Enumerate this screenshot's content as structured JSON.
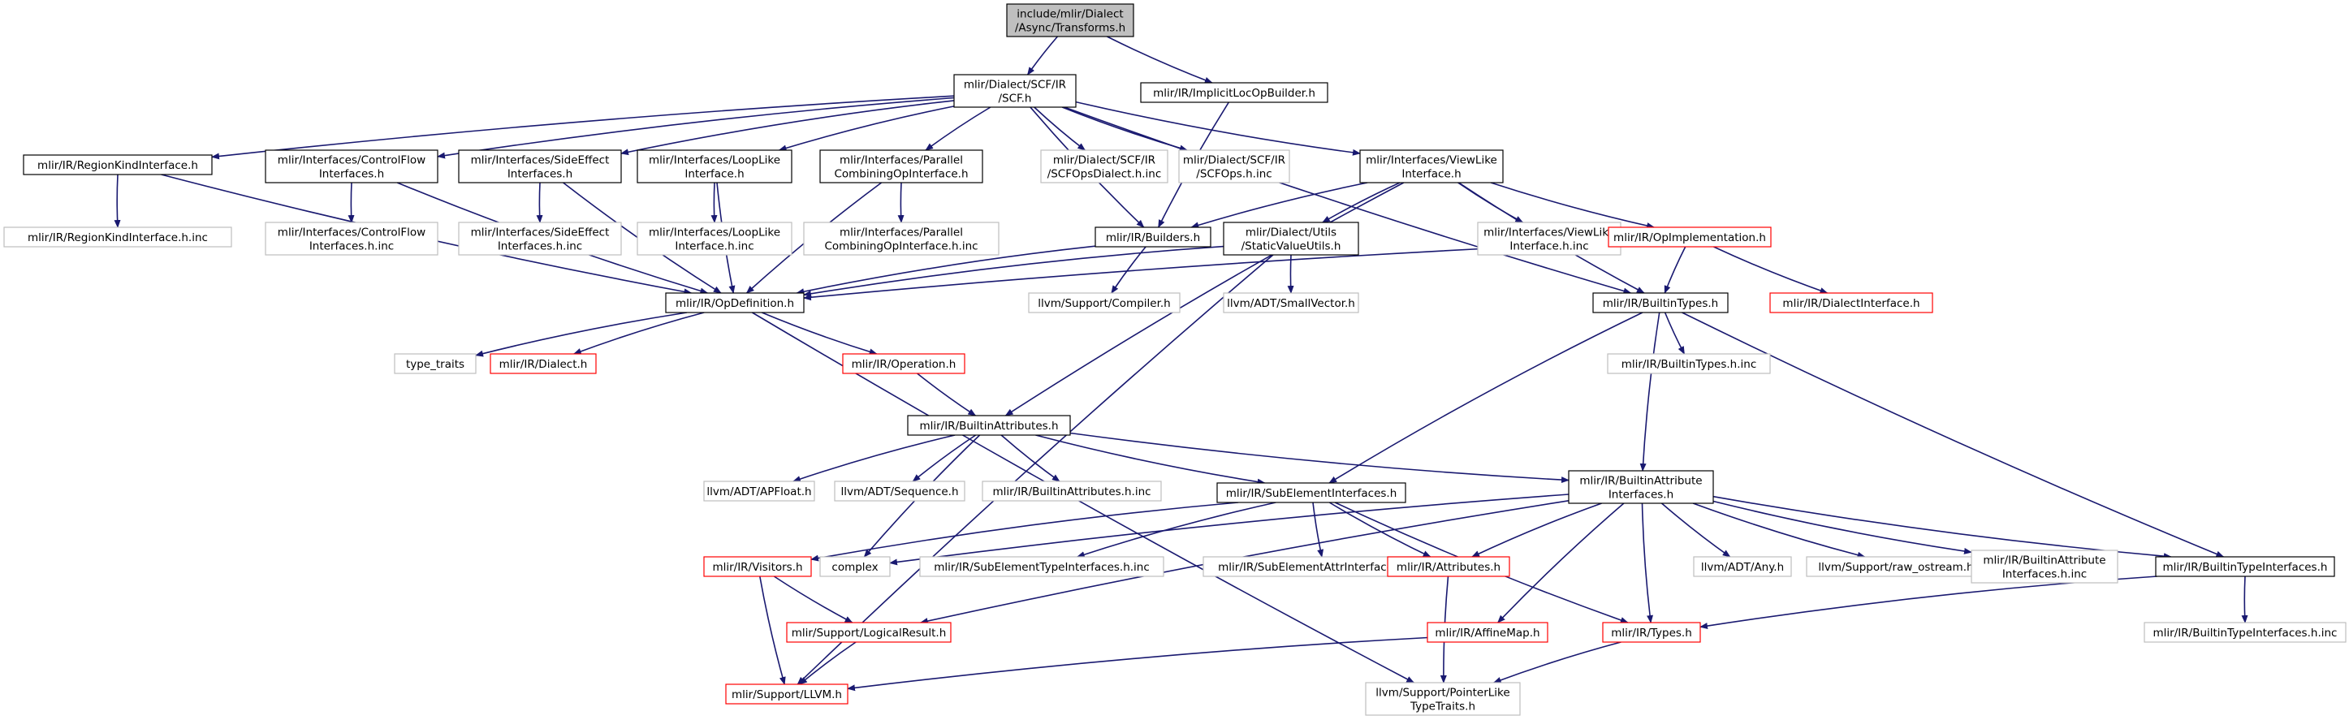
{
  "root": "include/mlir/Dialect/Async/Transforms.h",
  "colors": {
    "root_fill": "#bfbfbf",
    "documented_border": "#000000",
    "truncated_border": "#ff0000",
    "external_border": "#bfbfbf",
    "external_text": "#555555",
    "edge_main": "#191970",
    "edge_alt": "#2f2f4f"
  },
  "nodes": [
    {
      "id": "root",
      "lines": [
        "include/mlir/Dialect",
        "/Async/Transforms.h"
      ],
      "style": "root"
    },
    {
      "id": "scf",
      "lines": [
        "mlir/Dialect/SCF/IR",
        "/SCF.h"
      ],
      "style": "documented"
    },
    {
      "id": "implicit",
      "lines": [
        "mlir/IR/ImplicitLocOpBuilder.h"
      ],
      "style": "documented"
    },
    {
      "id": "regionkind",
      "lines": [
        "mlir/IR/RegionKindInterface.h"
      ],
      "style": "documented"
    },
    {
      "id": "controlflow",
      "lines": [
        "mlir/Interfaces/ControlFlow",
        "Interfaces.h"
      ],
      "style": "documented"
    },
    {
      "id": "sideeffect",
      "lines": [
        "mlir/Interfaces/SideEffect",
        "Interfaces.h"
      ],
      "style": "documented"
    },
    {
      "id": "looplike",
      "lines": [
        "mlir/Interfaces/LoopLike",
        "Interface.h"
      ],
      "style": "documented"
    },
    {
      "id": "parallel",
      "lines": [
        "mlir/Interfaces/Parallel",
        "CombiningOpInterface.h"
      ],
      "style": "documented"
    },
    {
      "id": "scfopsdialect",
      "lines": [
        "mlir/Dialect/SCF/IR",
        "/SCFOpsDialect.h.inc"
      ],
      "style": "external"
    },
    {
      "id": "scfops",
      "lines": [
        "mlir/Dialect/SCF/IR",
        "/SCFOps.h.inc"
      ],
      "style": "external"
    },
    {
      "id": "viewlike",
      "lines": [
        "mlir/Interfaces/ViewLike",
        "Interface.h"
      ],
      "style": "documented"
    },
    {
      "id": "regionkindinc",
      "lines": [
        "mlir/IR/RegionKindInterface.h.inc"
      ],
      "style": "external"
    },
    {
      "id": "controlflowinc",
      "lines": [
        "mlir/Interfaces/ControlFlow",
        "Interfaces.h.inc"
      ],
      "style": "external"
    },
    {
      "id": "sideeffectinc",
      "lines": [
        "mlir/Interfaces/SideEffect",
        "Interfaces.h.inc"
      ],
      "style": "external"
    },
    {
      "id": "looplikeinc",
      "lines": [
        "mlir/Interfaces/LoopLike",
        "Interface.h.inc"
      ],
      "style": "external"
    },
    {
      "id": "parallelinc",
      "lines": [
        "mlir/Interfaces/Parallel",
        "CombiningOpInterface.h.inc"
      ],
      "style": "external"
    },
    {
      "id": "builders",
      "lines": [
        "mlir/IR/Builders.h"
      ],
      "style": "documented"
    },
    {
      "id": "staticvalue",
      "lines": [
        "mlir/Dialect/Utils",
        "/StaticValueUtils.h"
      ],
      "style": "documented"
    },
    {
      "id": "viewlikeinc",
      "lines": [
        "mlir/Interfaces/ViewLike",
        "Interface.h.inc"
      ],
      "style": "external"
    },
    {
      "id": "opimpl",
      "lines": [
        "mlir/IR/OpImplementation.h"
      ],
      "style": "truncated"
    },
    {
      "id": "opdef",
      "lines": [
        "mlir/IR/OpDefinition.h"
      ],
      "style": "documented"
    },
    {
      "id": "compiler",
      "lines": [
        "llvm/Support/Compiler.h"
      ],
      "style": "external"
    },
    {
      "id": "smallvector",
      "lines": [
        "llvm/ADT/SmallVector.h"
      ],
      "style": "external"
    },
    {
      "id": "builtintypes",
      "lines": [
        "mlir/IR/BuiltinTypes.h"
      ],
      "style": "documented"
    },
    {
      "id": "dialectiface",
      "lines": [
        "mlir/IR/DialectInterface.h"
      ],
      "style": "truncated"
    },
    {
      "id": "typetraits",
      "lines": [
        "type_traits"
      ],
      "style": "external"
    },
    {
      "id": "dialect",
      "lines": [
        "mlir/IR/Dialect.h"
      ],
      "style": "truncated"
    },
    {
      "id": "operation",
      "lines": [
        "mlir/IR/Operation.h"
      ],
      "style": "truncated"
    },
    {
      "id": "builtintypesinc",
      "lines": [
        "mlir/IR/BuiltinTypes.h.inc"
      ],
      "style": "external"
    },
    {
      "id": "builtinattrs",
      "lines": [
        "mlir/IR/BuiltinAttributes.h"
      ],
      "style": "documented"
    },
    {
      "id": "apfloat",
      "lines": [
        "llvm/ADT/APFloat.h"
      ],
      "style": "external"
    },
    {
      "id": "sequence",
      "lines": [
        "llvm/ADT/Sequence.h"
      ],
      "style": "external"
    },
    {
      "id": "builtinattrsinc",
      "lines": [
        "mlir/IR/BuiltinAttributes.h.inc"
      ],
      "style": "external"
    },
    {
      "id": "subelement",
      "lines": [
        "mlir/IR/SubElementInterfaces.h"
      ],
      "style": "documented"
    },
    {
      "id": "builtinattriface",
      "lines": [
        "mlir/IR/BuiltinAttribute",
        "Interfaces.h"
      ],
      "style": "documented"
    },
    {
      "id": "visitors",
      "lines": [
        "mlir/IR/Visitors.h"
      ],
      "style": "truncated"
    },
    {
      "id": "complex",
      "lines": [
        "complex"
      ],
      "style": "external"
    },
    {
      "id": "subelemtypeinc",
      "lines": [
        "mlir/IR/SubElementTypeInterfaces.h.inc"
      ],
      "style": "external"
    },
    {
      "id": "subelemattrinc",
      "lines": [
        "mlir/IR/SubElementAttrInterfaces.h.inc"
      ],
      "style": "external"
    },
    {
      "id": "attributes",
      "lines": [
        "mlir/IR/Attributes.h"
      ],
      "style": "truncated"
    },
    {
      "id": "any",
      "lines": [
        "llvm/ADT/Any.h"
      ],
      "style": "external"
    },
    {
      "id": "rawostream",
      "lines": [
        "llvm/Support/raw_ostream.h"
      ],
      "style": "external"
    },
    {
      "id": "builtinattrifaceinc",
      "lines": [
        "mlir/IR/BuiltinAttribute",
        "Interfaces.h.inc"
      ],
      "style": "external"
    },
    {
      "id": "builtintypeiface",
      "lines": [
        "mlir/IR/BuiltinTypeInterfaces.h"
      ],
      "style": "documented"
    },
    {
      "id": "logicalresult",
      "lines": [
        "mlir/Support/LogicalResult.h"
      ],
      "style": "truncated"
    },
    {
      "id": "affinemap",
      "lines": [
        "mlir/IR/AffineMap.h"
      ],
      "style": "truncated"
    },
    {
      "id": "types",
      "lines": [
        "mlir/IR/Types.h"
      ],
      "style": "truncated"
    },
    {
      "id": "builtintypeifaceinc",
      "lines": [
        "mlir/IR/BuiltinTypeInterfaces.h.inc"
      ],
      "style": "external"
    },
    {
      "id": "llvm",
      "lines": [
        "mlir/Support/LLVM.h"
      ],
      "style": "truncated"
    },
    {
      "id": "pointerlike",
      "lines": [
        "llvm/Support/PointerLike",
        "TypeTraits.h"
      ],
      "style": "external"
    }
  ],
  "edges": [
    [
      "root",
      "scf"
    ],
    [
      "root",
      "implicit"
    ],
    [
      "scf",
      "regionkind"
    ],
    [
      "scf",
      "controlflow"
    ],
    [
      "scf",
      "sideeffect"
    ],
    [
      "scf",
      "looplike"
    ],
    [
      "scf",
      "parallel"
    ],
    [
      "scf",
      "scfopsdialect"
    ],
    [
      "scf",
      "scfops"
    ],
    [
      "scf",
      "viewlike"
    ],
    [
      "scf",
      "builders"
    ],
    [
      "scf",
      "builtintypes"
    ],
    [
      "implicit",
      "builders"
    ],
    [
      "regionkind",
      "regionkindinc"
    ],
    [
      "regionkind",
      "opdef"
    ],
    [
      "controlflow",
      "controlflowinc"
    ],
    [
      "controlflow",
      "opdef"
    ],
    [
      "sideeffect",
      "sideeffectinc"
    ],
    [
      "sideeffect",
      "opdef"
    ],
    [
      "looplike",
      "looplikeinc"
    ],
    [
      "looplike",
      "opdef"
    ],
    [
      "parallel",
      "parallelinc"
    ],
    [
      "parallel",
      "opdef"
    ],
    [
      "viewlike",
      "builders"
    ],
    [
      "viewlike",
      "staticvalue"
    ],
    [
      "viewlike",
      "viewlikeinc"
    ],
    [
      "viewlike",
      "opimpl"
    ],
    [
      "viewlike",
      "builtintypes"
    ],
    [
      "viewlike",
      "builtinattrs"
    ],
    [
      "builders",
      "opdef"
    ],
    [
      "builders",
      "compiler"
    ],
    [
      "staticvalue",
      "opdef"
    ],
    [
      "staticvalue",
      "smallvector"
    ],
    [
      "staticvalue",
      "llvm"
    ],
    [
      "opimpl",
      "opdef"
    ],
    [
      "opimpl",
      "builtintypes"
    ],
    [
      "opimpl",
      "dialectiface"
    ],
    [
      "opdef",
      "typetraits"
    ],
    [
      "opdef",
      "dialect"
    ],
    [
      "opdef",
      "operation"
    ],
    [
      "opdef",
      "pointerlike"
    ],
    [
      "operation",
      "builtinattrs"
    ],
    [
      "builtintypes",
      "builtintypesinc"
    ],
    [
      "builtintypes",
      "subelement"
    ],
    [
      "builtintypes",
      "builtinattriface"
    ],
    [
      "builtintypes",
      "builtintypeiface"
    ],
    [
      "builtinattrs",
      "apfloat"
    ],
    [
      "builtinattrs",
      "sequence"
    ],
    [
      "builtinattrs",
      "builtinattrsinc"
    ],
    [
      "builtinattrs",
      "subelement"
    ],
    [
      "builtinattrs",
      "builtinattriface"
    ],
    [
      "builtinattrs",
      "complex"
    ],
    [
      "subelement",
      "visitors"
    ],
    [
      "subelement",
      "subelemtypeinc"
    ],
    [
      "subelement",
      "subelemattrinc"
    ],
    [
      "subelement",
      "attributes"
    ],
    [
      "subelement",
      "types"
    ],
    [
      "builtinattriface",
      "complex"
    ],
    [
      "builtinattriface",
      "attributes"
    ],
    [
      "builtinattriface",
      "any"
    ],
    [
      "builtinattriface",
      "rawostream"
    ],
    [
      "builtinattriface",
      "builtinattrifaceinc"
    ],
    [
      "builtinattriface",
      "builtintypeiface"
    ],
    [
      "builtinattriface",
      "logicalresult"
    ],
    [
      "builtinattriface",
      "affinemap"
    ],
    [
      "builtinattriface",
      "types"
    ],
    [
      "builtintypeiface",
      "types"
    ],
    [
      "builtintypeiface",
      "builtintypeifaceinc"
    ],
    [
      "visitors",
      "logicalresult"
    ],
    [
      "visitors",
      "llvm"
    ],
    [
      "logicalresult",
      "llvm"
    ],
    [
      "affinemap",
      "llvm"
    ],
    [
      "attributes",
      "pointerlike"
    ],
    [
      "types",
      "pointerlike"
    ]
  ]
}
